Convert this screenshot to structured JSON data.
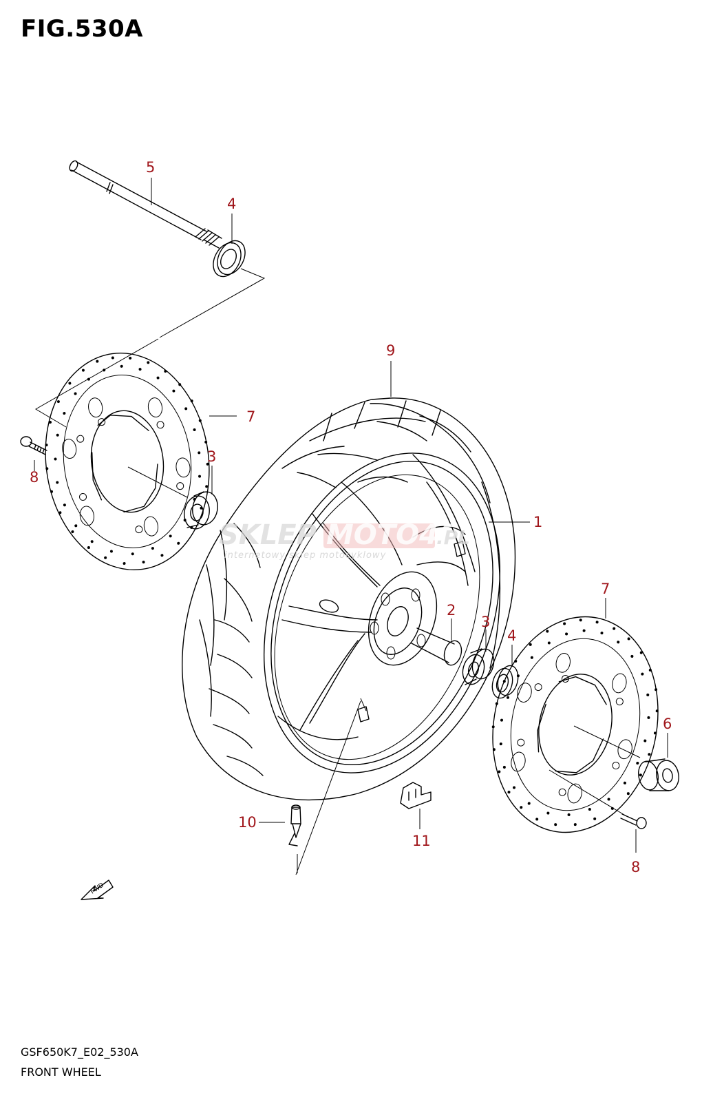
{
  "figure": {
    "title": "FIG.530A",
    "code": "GSF650K7_E02_530A",
    "name": "FRONT WHEEL"
  },
  "watermark": {
    "brand_left": "SKLEP",
    "brand_right": "MOTO46",
    "domain": ".PL",
    "tagline": "internetowy sklep motocyklowy"
  },
  "fwd_label": "FWD",
  "callouts": [
    {
      "id": "c5",
      "label": "5",
      "part": "axle"
    },
    {
      "id": "c4a",
      "label": "4",
      "part": "oil seal (left)"
    },
    {
      "id": "c9",
      "label": "9",
      "part": "tire"
    },
    {
      "id": "c7a",
      "label": "7",
      "part": "brake disc (left)"
    },
    {
      "id": "c3a",
      "label": "3",
      "part": "bearing (left)"
    },
    {
      "id": "c8a",
      "label": "8",
      "part": "disc bolt (left)"
    },
    {
      "id": "c1",
      "label": "1",
      "part": "wheel rim"
    },
    {
      "id": "c2",
      "label": "2",
      "part": "spacer"
    },
    {
      "id": "c3b",
      "label": "3",
      "part": "bearing (right)"
    },
    {
      "id": "c4b",
      "label": "4",
      "part": "oil seal (right)"
    },
    {
      "id": "c7b",
      "label": "7",
      "part": "brake disc (right)"
    },
    {
      "id": "c6",
      "label": "6",
      "part": "collar"
    },
    {
      "id": "c8b",
      "label": "8",
      "part": "disc bolt (right)"
    },
    {
      "id": "c10",
      "label": "10",
      "part": "valve"
    },
    {
      "id": "c11",
      "label": "11",
      "part": "balancer weight"
    }
  ]
}
